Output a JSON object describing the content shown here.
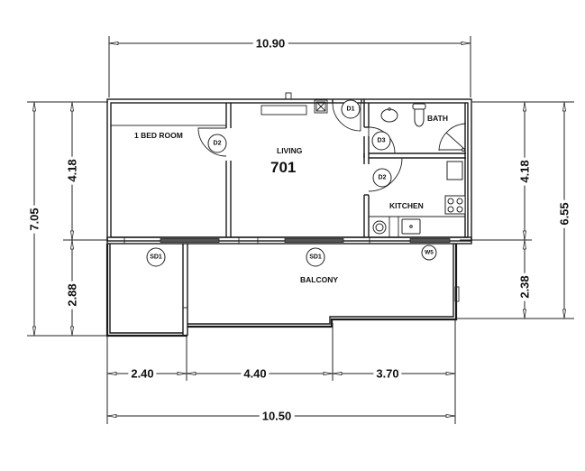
{
  "plan": {
    "unit_number": "701",
    "rooms": {
      "bedroom": "1 BED ROOM",
      "living": "LIVING",
      "bath": "BATH",
      "kitchen": "KITCHEN",
      "balcony": "BALCONY"
    },
    "tags": {
      "d1": "D1",
      "d2_bed": "D2",
      "d3": "D3",
      "d2_kitchen": "D2",
      "sd1_left": "SD1",
      "sd1_center": "SD1",
      "w5": "W5"
    },
    "dimensions": {
      "top_overall": "10.90",
      "bottom_overall": "10.50",
      "bottom_left": "2.40",
      "bottom_mid": "4.40",
      "bottom_right": "3.70",
      "left_overall": "7.05",
      "left_upper": "4.18",
      "left_lower": "2.88",
      "right_overall": "6.55",
      "right_upper": "4.18",
      "right_lower": "2.38"
    }
  }
}
